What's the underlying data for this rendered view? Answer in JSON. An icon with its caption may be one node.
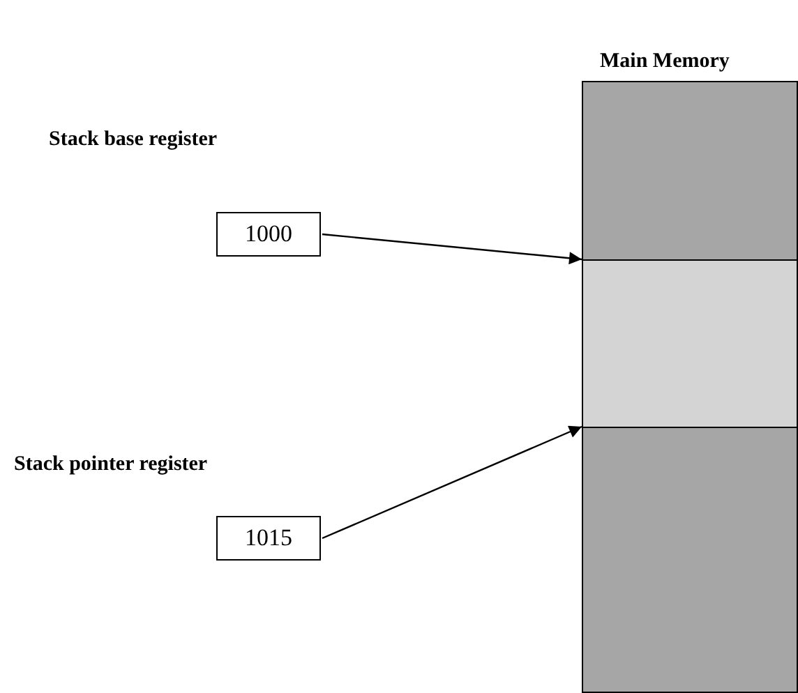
{
  "diagram": {
    "nodes": [
      {
        "text": [
          "Stack base register",
          "1000"
        ]
      },
      {
        "text": [
          "Stack pointer register",
          "1015"
        ]
      },
      {
        "text": [
          "Main Memory"
        ]
      },
      {
        "text": [],
        "shape": "box",
        "in": 2
      },
      {
        "text": [],
        "shape": "box",
        "in": 2
      },
      {
        "text": [],
        "shape": "box",
        "in": 2
      }
    ],
    "edges": [
      {
        "from": 0,
        "to": 4,
        "arrow": "to"
      },
      {
        "from": 1,
        "to": 4,
        "arrow": "to"
      }
    ]
  }
}
